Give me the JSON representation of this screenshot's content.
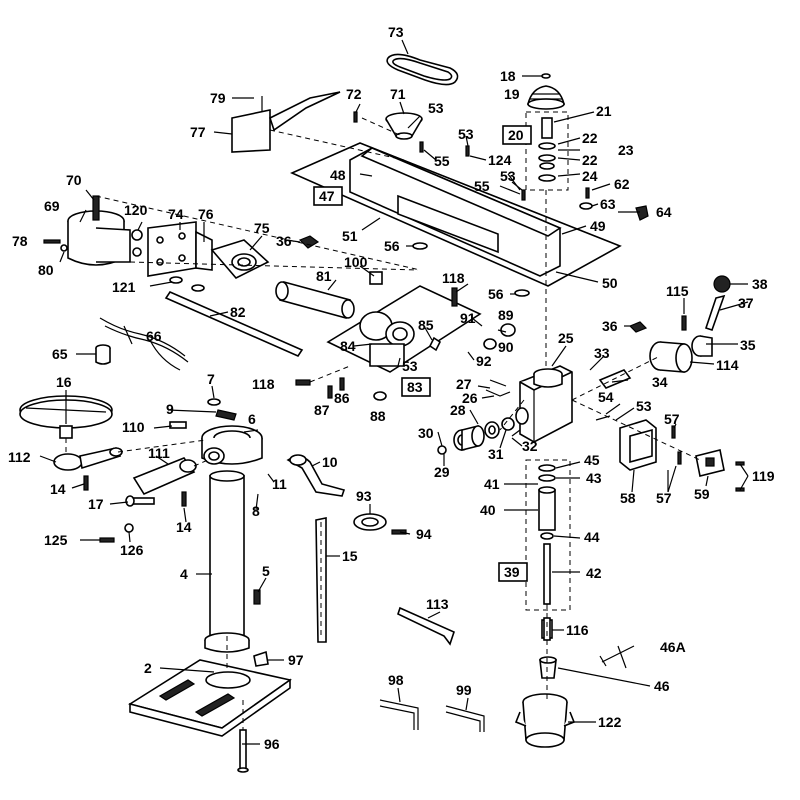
{
  "labels": {
    "l2": "2",
    "l4": "4",
    "l5": "5",
    "l6": "6",
    "l7": "7",
    "l8": "8",
    "l9": "9",
    "l10": "10",
    "l11": "11",
    "l14a": "14",
    "l14b": "14",
    "l15": "15",
    "l16": "16",
    "l17": "17",
    "l18": "18",
    "l19": "19",
    "l20": "20",
    "l21": "21",
    "l22a": "22",
    "l22b": "22",
    "l23": "23",
    "l24": "24",
    "l25": "25",
    "l26": "26",
    "l27": "27",
    "l28": "28",
    "l29": "29",
    "l30": "30",
    "l31": "31",
    "l32": "32",
    "l33": "33",
    "l34": "34",
    "l35": "35",
    "l36a": "36",
    "l36b": "36",
    "l37": "37",
    "l38": "38",
    "l39": "39",
    "l40": "40",
    "l41": "41",
    "l42": "42",
    "l43": "43",
    "l44": "44",
    "l45": "45",
    "l46": "46",
    "l46A": "46A",
    "l47": "47",
    "l48": "48",
    "l49": "49",
    "l50": "50",
    "l51": "51",
    "l53a": "53",
    "l53b": "53",
    "l53c": "53",
    "l53d": "53",
    "l53e": "53",
    "l54": "54",
    "l55a": "55",
    "l55b": "55",
    "l56a": "56",
    "l56b": "56",
    "l57a": "57",
    "l57b": "57",
    "l58": "58",
    "l59": "59",
    "l62": "62",
    "l63": "63",
    "l64": "64",
    "l65": "65",
    "l66": "66",
    "l69": "69",
    "l70": "70",
    "l71": "71",
    "l72": "72",
    "l73": "73",
    "l74": "74",
    "l75": "75",
    "l76": "76",
    "l77": "77",
    "l78": "78",
    "l79": "79",
    "l80": "80",
    "l81": "81",
    "l82": "82",
    "l83": "83",
    "l84": "84",
    "l85": "85",
    "l86": "86",
    "l87": "87",
    "l88": "88",
    "l89": "89",
    "l90": "90",
    "l91": "91",
    "l92": "92",
    "l93": "93",
    "l94": "94",
    "l96": "96",
    "l97": "97",
    "l98": "98",
    "l99": "99",
    "l100": "100",
    "l110": "110",
    "l111": "111",
    "l112": "112",
    "l113": "113",
    "l114": "114",
    "l115": "115",
    "l116": "116",
    "l118a": "118",
    "l118b": "118",
    "l119": "119",
    "l120": "120",
    "l121": "121",
    "l122": "122",
    "l124": "124",
    "l125": "125",
    "l126": "126"
  }
}
